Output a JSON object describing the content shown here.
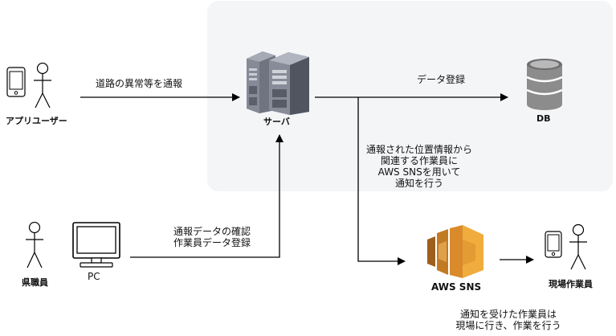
{
  "nodes": {
    "app_user": "アプリユーザー",
    "server": "サーバ",
    "db": "DB",
    "prefecture_staff": "県職員",
    "pc": "PC",
    "aws_sns": "AWS SNS",
    "field_worker": "現場作業員"
  },
  "edges": {
    "report": "道路の異常等を通報",
    "db_register": "データ登録",
    "pc_to_server_line1": "通報データの確認",
    "pc_to_server_line2": "作業員データ登録",
    "notify_line1": "通報された位置情報から",
    "notify_line2": "関連する作業員に",
    "notify_line3": "AWS SNSを用いて",
    "notify_line4": "通知を行う"
  },
  "footnote": {
    "line1": "通知を受けた作業員は",
    "line2": "現場に行き、作業を行う"
  },
  "colors": {
    "panel_bg": "#f4f5f7",
    "arrow": "#000000",
    "server_body": "#7a7f8c",
    "db_body": "#8a8a8a",
    "sns_orange": "#e7a530"
  }
}
